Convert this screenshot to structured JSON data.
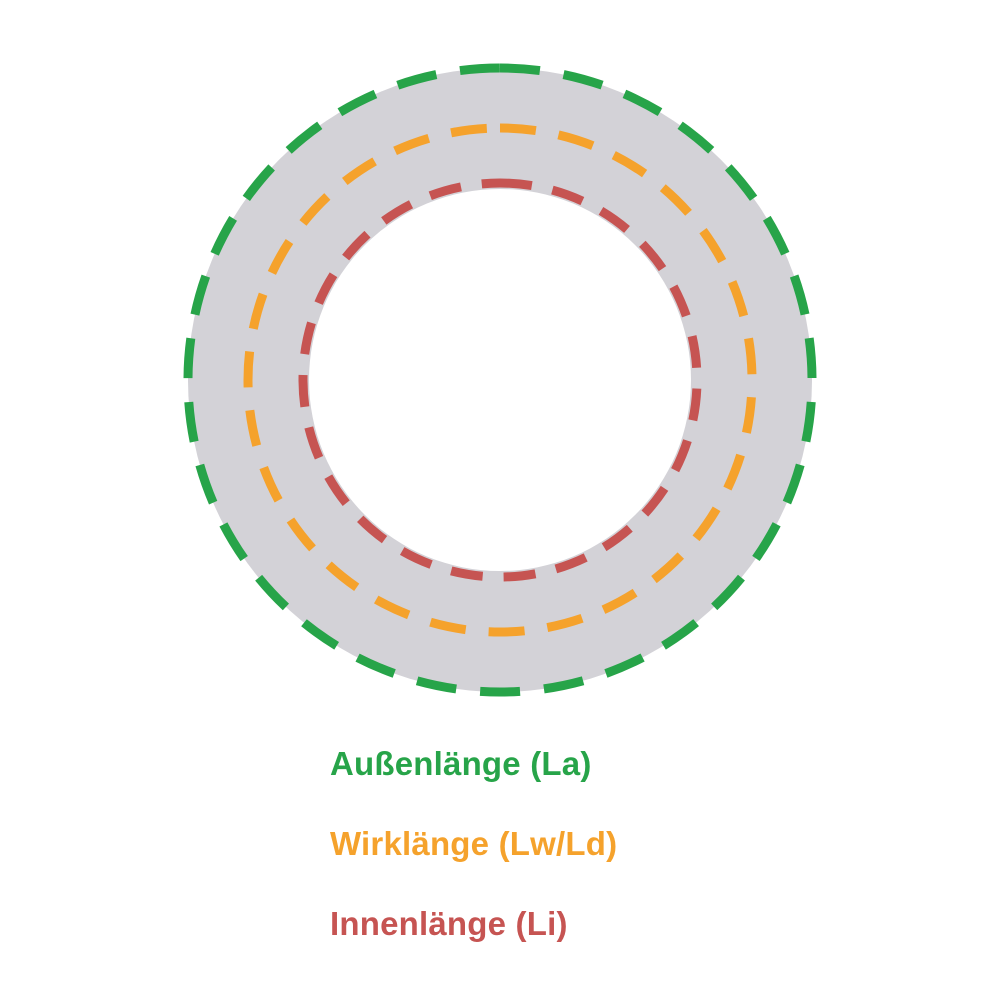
{
  "diagram": {
    "description": "V-belt length measurement diagram",
    "belt_ring_color": "#d3d2d7",
    "background_color": "#ffffff",
    "circles": {
      "outer": {
        "semantic": "outer-length",
        "abbr": "La",
        "color": "#27a449",
        "style": "dashed"
      },
      "effective": {
        "semantic": "effective-length",
        "abbr": "Lw/Ld",
        "color": "#f5a22c",
        "style": "dashed"
      },
      "inner": {
        "semantic": "inner-length",
        "abbr": "Li",
        "color": "#c65452",
        "style": "dashed"
      }
    }
  },
  "legend": {
    "items": [
      {
        "label": "Außenlänge (La)",
        "color": "#27a449"
      },
      {
        "label": "Wirklänge (Lw/Ld)",
        "color": "#f5a22c"
      },
      {
        "label": "Innenlänge (Li)",
        "color": "#c65452"
      }
    ]
  }
}
